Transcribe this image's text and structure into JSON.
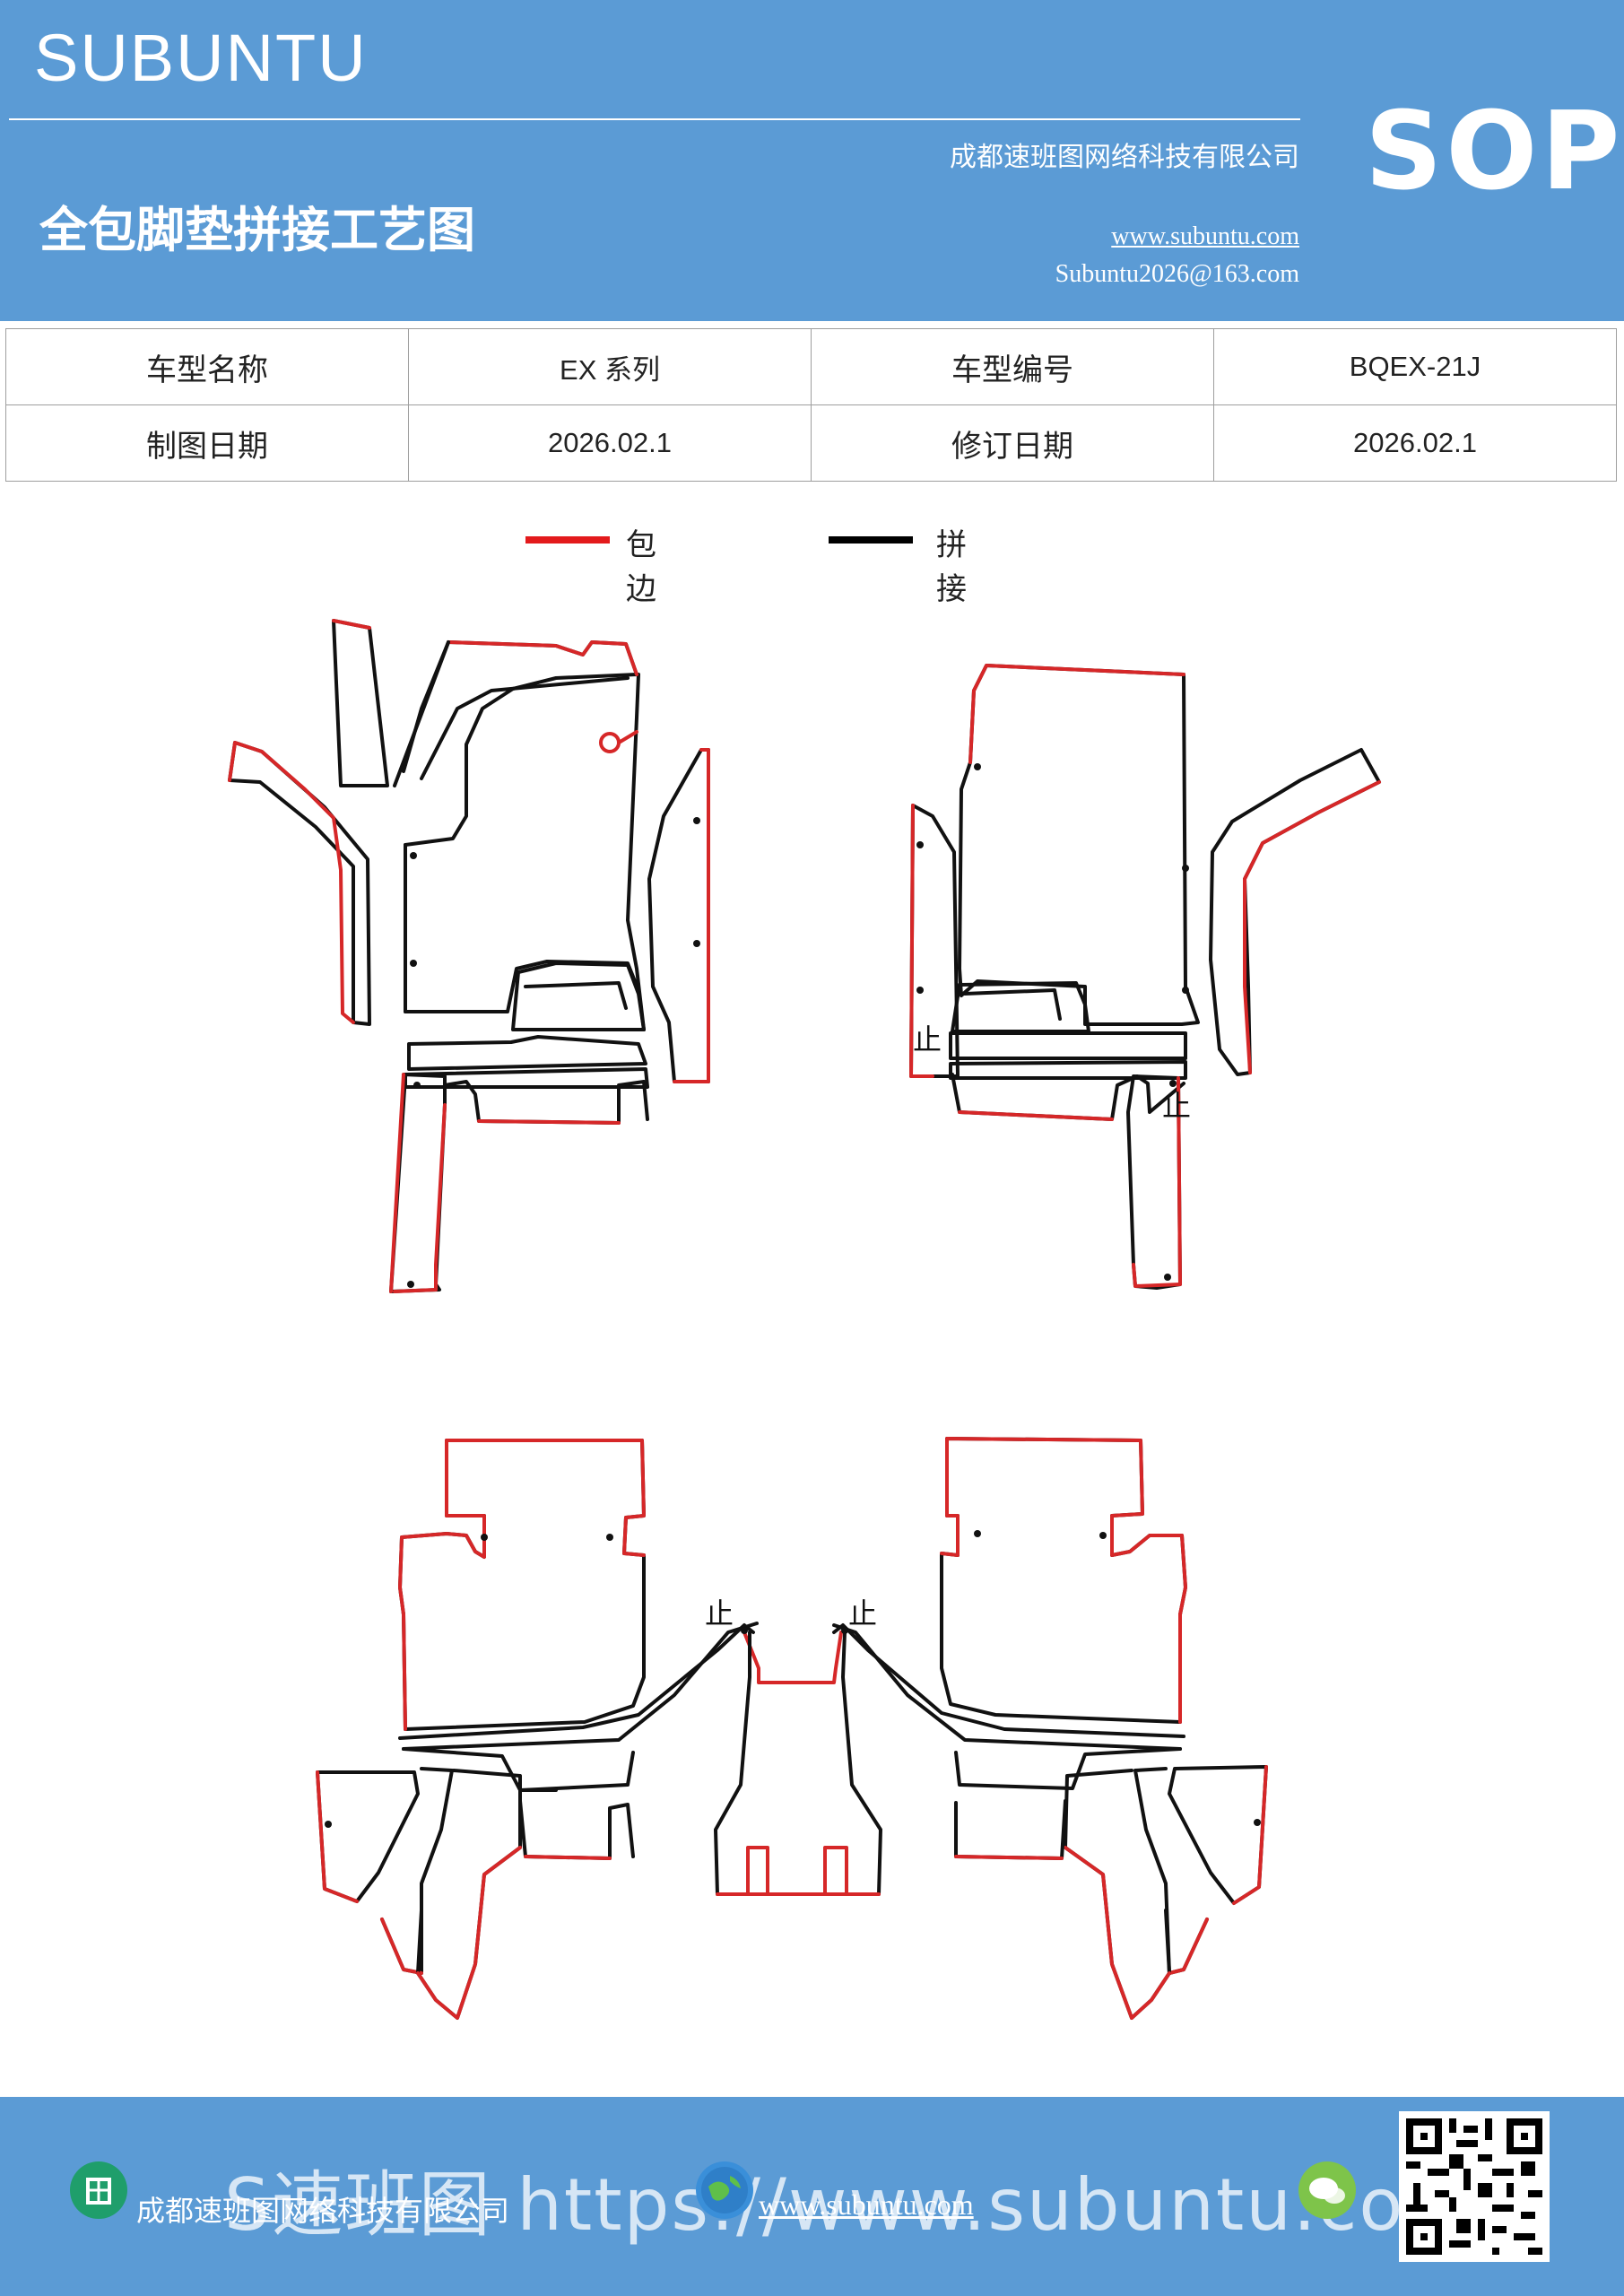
{
  "header": {
    "brand": "SUBUNTU",
    "title": "全包脚垫拼接工艺图",
    "company": "成都速班图网络科技有限公司",
    "website": "www.subuntu.com",
    "email": "Subuntu2026@163.com",
    "badge": "SOP"
  },
  "info": {
    "row1": {
      "label1": "车型名称",
      "value1": "EX 系列",
      "label2": "车型编号",
      "value2": "BQEX-21J"
    },
    "row2": {
      "label1": "制图日期",
      "value1": "2026.02.1",
      "label2": "修订日期",
      "value2": "2026.02.1"
    }
  },
  "legend": [
    {
      "label": "包边",
      "color": "#e31a1c"
    },
    {
      "label": "拼接",
      "color": "#000000"
    }
  ],
  "diagram": {
    "stop_mark": "止",
    "edge_color": "#d62728",
    "seam_color": "#111111"
  },
  "footer": {
    "company": "成都速班图网络科技有限公司",
    "website": "www.subuntu.com",
    "watermark": "S速班图 https://www.subuntu.com"
  },
  "colors": {
    "header_bg": "#5b9bd5",
    "footer_bg": "#5b9bd5"
  }
}
